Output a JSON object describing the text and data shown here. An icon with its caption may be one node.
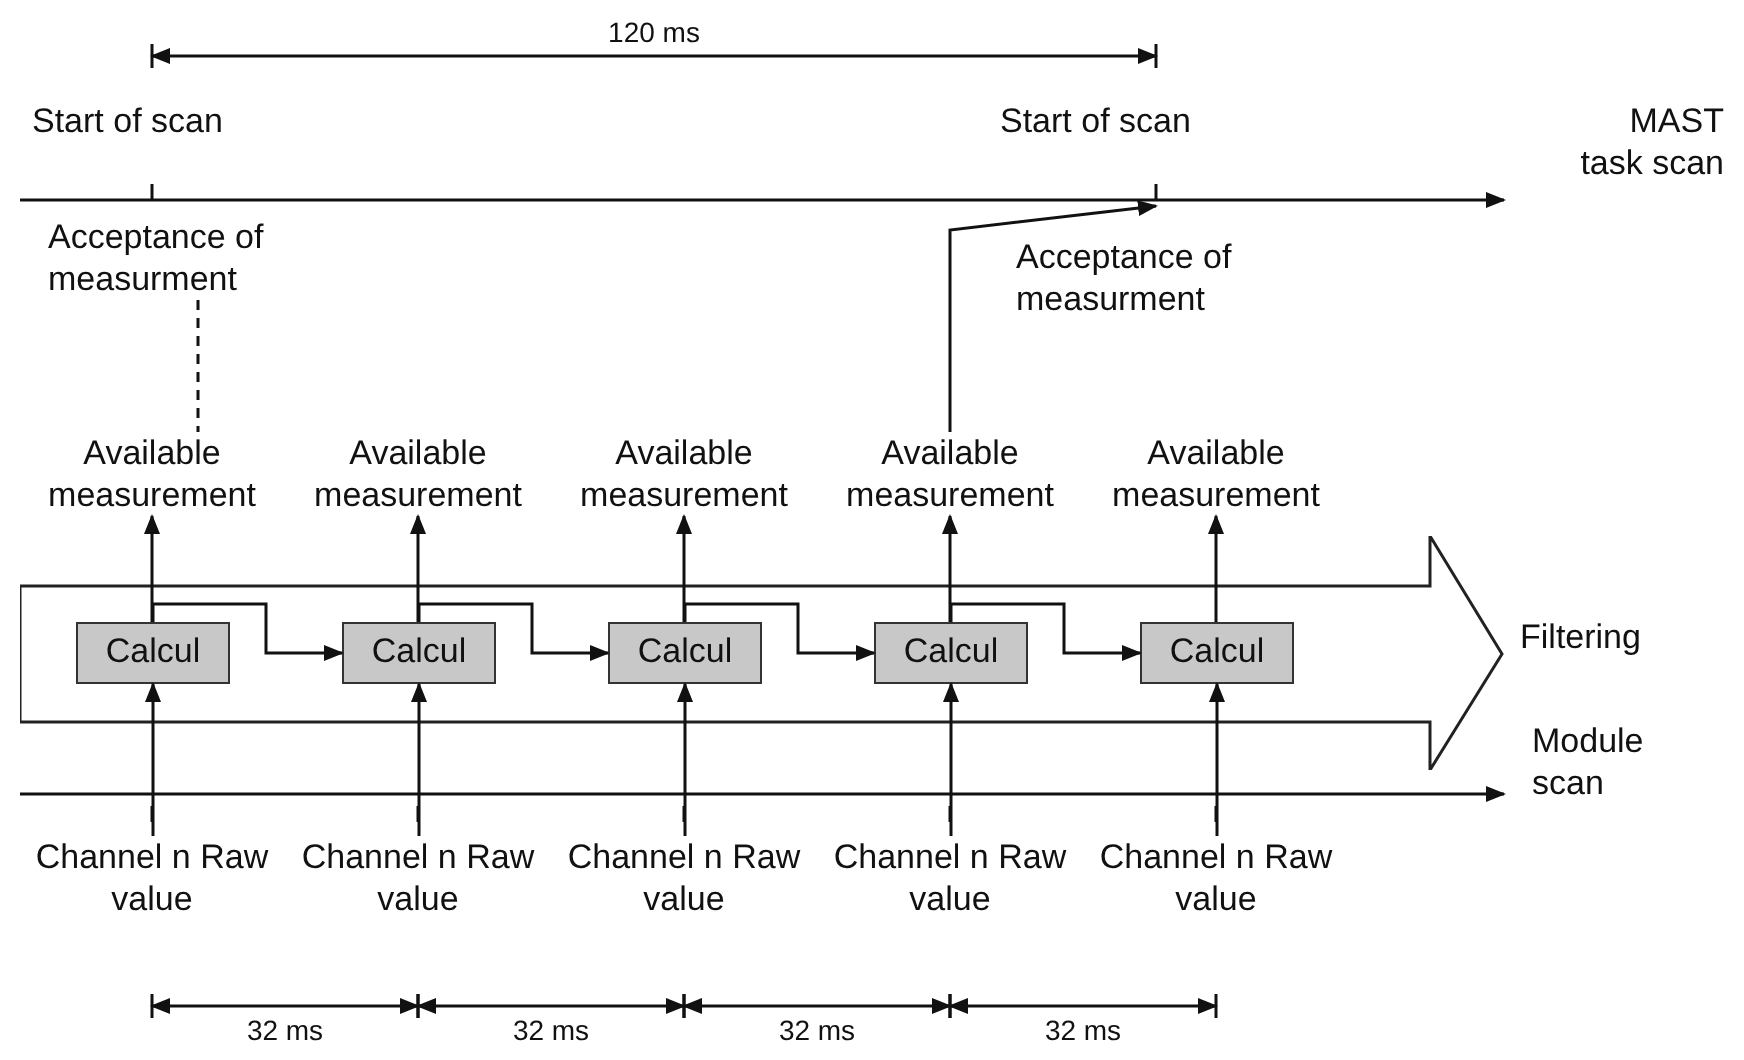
{
  "diagram": {
    "nodes": [
      {
        "text": [
          "Acceptance of measurment"
        ]
      },
      {
        "text": [
          "Available measurement"
        ]
      },
      {
        "text": [
          "Available measurement"
        ]
      },
      {
        "text": [
          "Available measurement"
        ]
      },
      {
        "text": [
          "Available measurement"
        ]
      },
      {
        "text": [
          "Available measurement"
        ]
      },
      {
        "text": [
          "Filtering"
        ]
      },
      {
        "text": [
          "Calcul"
        ],
        "in": 6
      },
      {
        "text": [
          "Calcul"
        ],
        "in": 6
      },
      {
        "text": [
          "Calcul"
        ],
        "in": 6
      },
      {
        "text": [
          "Calcul"
        ],
        "in": 6
      },
      {
        "text": [
          "Calcul"
        ],
        "in": 6
      },
      {
        "text": [
          "Channel n Raw value"
        ]
      },
      {
        "text": [
          "Channel n Raw value"
        ]
      },
      {
        "text": [
          "Channel n Raw value"
        ]
      },
      {
        "text": [
          "Channel n Raw value"
        ]
      },
      {
        "text": [
          "Channel n Raw value"
        ]
      }
    ],
    "edges": [
      {
        "from": 12,
        "to": 7,
        "arrow": "to"
      },
      {
        "from": 13,
        "to": 8,
        "arrow": "to"
      },
      {
        "from": 14,
        "to": 9,
        "arrow": "to"
      },
      {
        "from": 15,
        "to": 10,
        "arrow": "to"
      },
      {
        "from": 16,
        "to": 11,
        "arrow": "to"
      },
      {
        "from": 7,
        "to": 1,
        "arrow": "to"
      },
      {
        "from": 8,
        "to": 2,
        "arrow": "to"
      },
      {
        "from": 9,
        "to": 3,
        "arrow": "to"
      },
      {
        "from": 10,
        "to": 4,
        "arrow": "to"
      },
      {
        "from": 11,
        "to": 5,
        "arrow": "to"
      },
      {
        "from": 7,
        "to": 8,
        "arrow": "to"
      },
      {
        "from": 8,
        "to": 9,
        "arrow": "to"
      },
      {
        "from": 9,
        "to": 10,
        "arrow": "to"
      },
      {
        "from": 10,
        "to": 11,
        "arrow": "to"
      },
      {
        "from": 4,
        "to": null,
        "arrow": "to"
      },
      {
        "from": 0,
        "to": 1,
        "arrow": "none",
        "style": "dashed"
      }
    ],
    "labels": [
      "120 ms",
      "Start of scan",
      "Start of scan",
      "MAST task scan",
      "Acceptance of measurment",
      "Module scan",
      "32 ms",
      "32 ms",
      "32 ms",
      "32 ms"
    ]
  }
}
